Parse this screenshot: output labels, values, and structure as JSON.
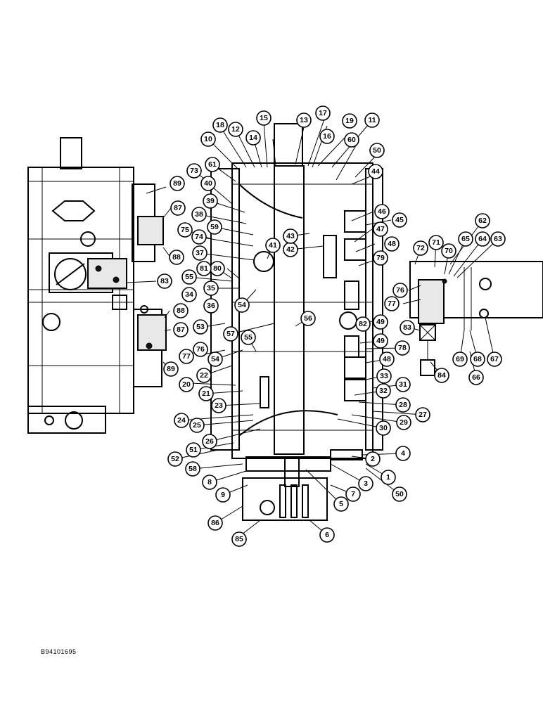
{
  "figure": {
    "code": "B94101695"
  },
  "callouts": [
    {
      "label": "1"
    },
    {
      "label": "2"
    },
    {
      "label": "3"
    },
    {
      "label": "4"
    },
    {
      "label": "5"
    },
    {
      "label": "6"
    },
    {
      "label": "7"
    },
    {
      "label": "8"
    },
    {
      "label": "9"
    },
    {
      "label": "10"
    },
    {
      "label": "11"
    },
    {
      "label": "12"
    },
    {
      "label": "13"
    },
    {
      "label": "14"
    },
    {
      "label": "15"
    },
    {
      "label": "16"
    },
    {
      "label": "17"
    },
    {
      "label": "18"
    },
    {
      "label": "19"
    },
    {
      "label": "20"
    },
    {
      "label": "21"
    },
    {
      "label": "22"
    },
    {
      "label": "23"
    },
    {
      "label": "24"
    },
    {
      "label": "25"
    },
    {
      "label": "26"
    },
    {
      "label": "27"
    },
    {
      "label": "28"
    },
    {
      "label": "29"
    },
    {
      "label": "30"
    },
    {
      "label": "31"
    },
    {
      "label": "32"
    },
    {
      "label": "33"
    },
    {
      "label": "34"
    },
    {
      "label": "35"
    },
    {
      "label": "36"
    },
    {
      "label": "37"
    },
    {
      "label": "38"
    },
    {
      "label": "39"
    },
    {
      "label": "40"
    },
    {
      "label": "41"
    },
    {
      "label": "42"
    },
    {
      "label": "43"
    },
    {
      "label": "44"
    },
    {
      "label": "45"
    },
    {
      "label": "46"
    },
    {
      "label": "47"
    },
    {
      "label": "48"
    },
    {
      "label": "48"
    },
    {
      "label": "49"
    },
    {
      "label": "49"
    },
    {
      "label": "50"
    },
    {
      "label": "50"
    },
    {
      "label": "51"
    },
    {
      "label": "52"
    },
    {
      "label": "53"
    },
    {
      "label": "54"
    },
    {
      "label": "54"
    },
    {
      "label": "55"
    },
    {
      "label": "55"
    },
    {
      "label": "56"
    },
    {
      "label": "57"
    },
    {
      "label": "58"
    },
    {
      "label": "59"
    },
    {
      "label": "60"
    },
    {
      "label": "61"
    },
    {
      "label": "62"
    },
    {
      "label": "63"
    },
    {
      "label": "64"
    },
    {
      "label": "65"
    },
    {
      "label": "66"
    },
    {
      "label": "67"
    },
    {
      "label": "68"
    },
    {
      "label": "69"
    },
    {
      "label": "70"
    },
    {
      "label": "71"
    },
    {
      "label": "72"
    },
    {
      "label": "73"
    },
    {
      "label": "74"
    },
    {
      "label": "75"
    },
    {
      "label": "76"
    },
    {
      "label": "76"
    },
    {
      "label": "77"
    },
    {
      "label": "77"
    },
    {
      "label": "78"
    },
    {
      "label": "79"
    },
    {
      "label": "80"
    },
    {
      "label": "81"
    },
    {
      "label": "82"
    },
    {
      "label": "83"
    },
    {
      "label": "83"
    },
    {
      "label": "84"
    },
    {
      "label": "85"
    },
    {
      "label": "86"
    },
    {
      "label": "87"
    },
    {
      "label": "87"
    },
    {
      "label": "88"
    },
    {
      "label": "88"
    },
    {
      "label": "89"
    },
    {
      "label": "89"
    }
  ]
}
